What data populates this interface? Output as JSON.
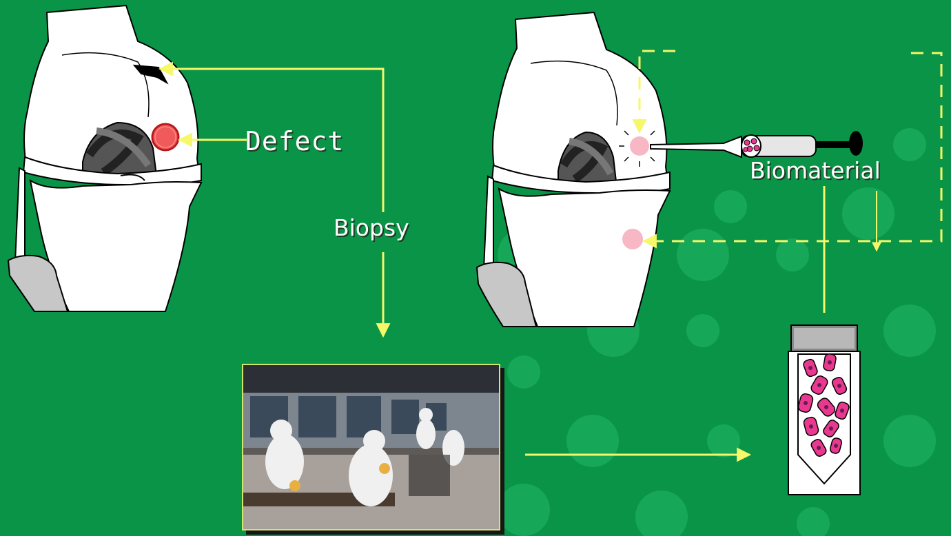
{
  "labels": {
    "defect": "Defect",
    "biopsy": "Biopsy",
    "biomaterial": "Biomaterial"
  },
  "colors": {
    "background": "#0a9447",
    "background_dots": "#17a758",
    "arrow": "#f7f76a",
    "defect": "#f05a5a",
    "cells": "#e8388f",
    "injection_site": "#f7b7c5"
  },
  "icons": [
    "knee-joint-icon",
    "knee-joint-icon",
    "syringe-icon",
    "cell-culture-vial-icon",
    "cleanroom-lab-photo"
  ]
}
